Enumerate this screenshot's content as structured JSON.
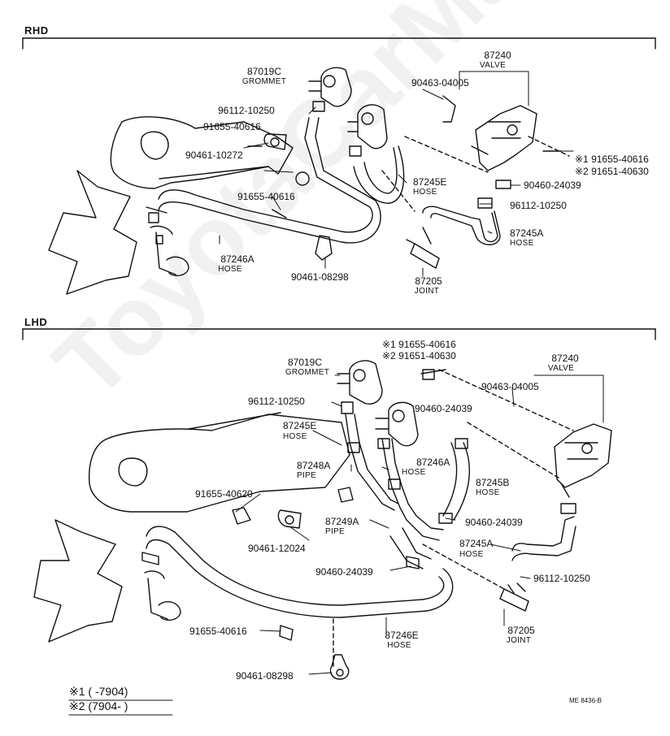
{
  "sections": {
    "rhd": "RHD",
    "lhd": "LHD"
  },
  "rhd_parts": {
    "p87019c": "87019C",
    "grommet": "GROMMET",
    "p96112_a": "96112-10250",
    "p91655_40616_a": "91655-40616",
    "p90461_10272": "90461-10272",
    "p91655_40616_b": "91655-40616",
    "p87246a": "87246A",
    "p87246a_hose": "HOSE",
    "p90461_08298": "90461-08298",
    "p87205": "87205",
    "p87205_joint": "JOINT",
    "p87245a": "87245A",
    "p87245a_hose": "HOSE",
    "p96112_b": "96112-10250",
    "p87245e": "87245E",
    "p87245e_hose": "HOSE",
    "p90460_24039": "90460-24039",
    "mark1": "※1 91655-40616",
    "mark2": "※2 91651-40630",
    "p90463": "90463-04005",
    "p87240": "87240",
    "valve": "VALVE"
  },
  "lhd_parts": {
    "mark1": "※1 91655-40616",
    "mark2": "※2 91651-40630",
    "p87240": "87240",
    "valve": "VALVE",
    "p90463": "90463-04005",
    "p87019c": "87019C",
    "grommet": "GROMMET",
    "p96112_a": "96112-10250",
    "p87245e": "87245E",
    "p87245e_hose": "HOSE",
    "p90460_24039_a": "90460-24039",
    "p87246a": "87246A",
    "p87246a_hose": "HOSE",
    "p87248a": "87248A",
    "p87248a_pipe": "PIPE",
    "p87245b": "87245B",
    "p87245b_hose": "HOSE",
    "p91655_40620": "91655-40620",
    "p87249a": "87249A",
    "p87249a_pipe": "PIPE",
    "p90460_24039_b": "90460-24039",
    "p90461_12024": "90461-12024",
    "p87245a": "87245A",
    "p87245a_hose": "HOSE",
    "p90460_24039_c": "90460-24039",
    "p96112_b": "96112-10250",
    "p87246e": "87246E",
    "p87246e_hose": "HOSE",
    "p87205": "87205",
    "p87205_joint": "JOINT",
    "p91655_40616": "91655-40616",
    "p90461_08298": "90461-08298"
  },
  "legend": {
    "row1": "※1 (      -7904)",
    "row2": "※2 (7904-      )"
  },
  "drawing_code": "ME  8436-B",
  "watermark": "ToyotaCarManual.ru"
}
